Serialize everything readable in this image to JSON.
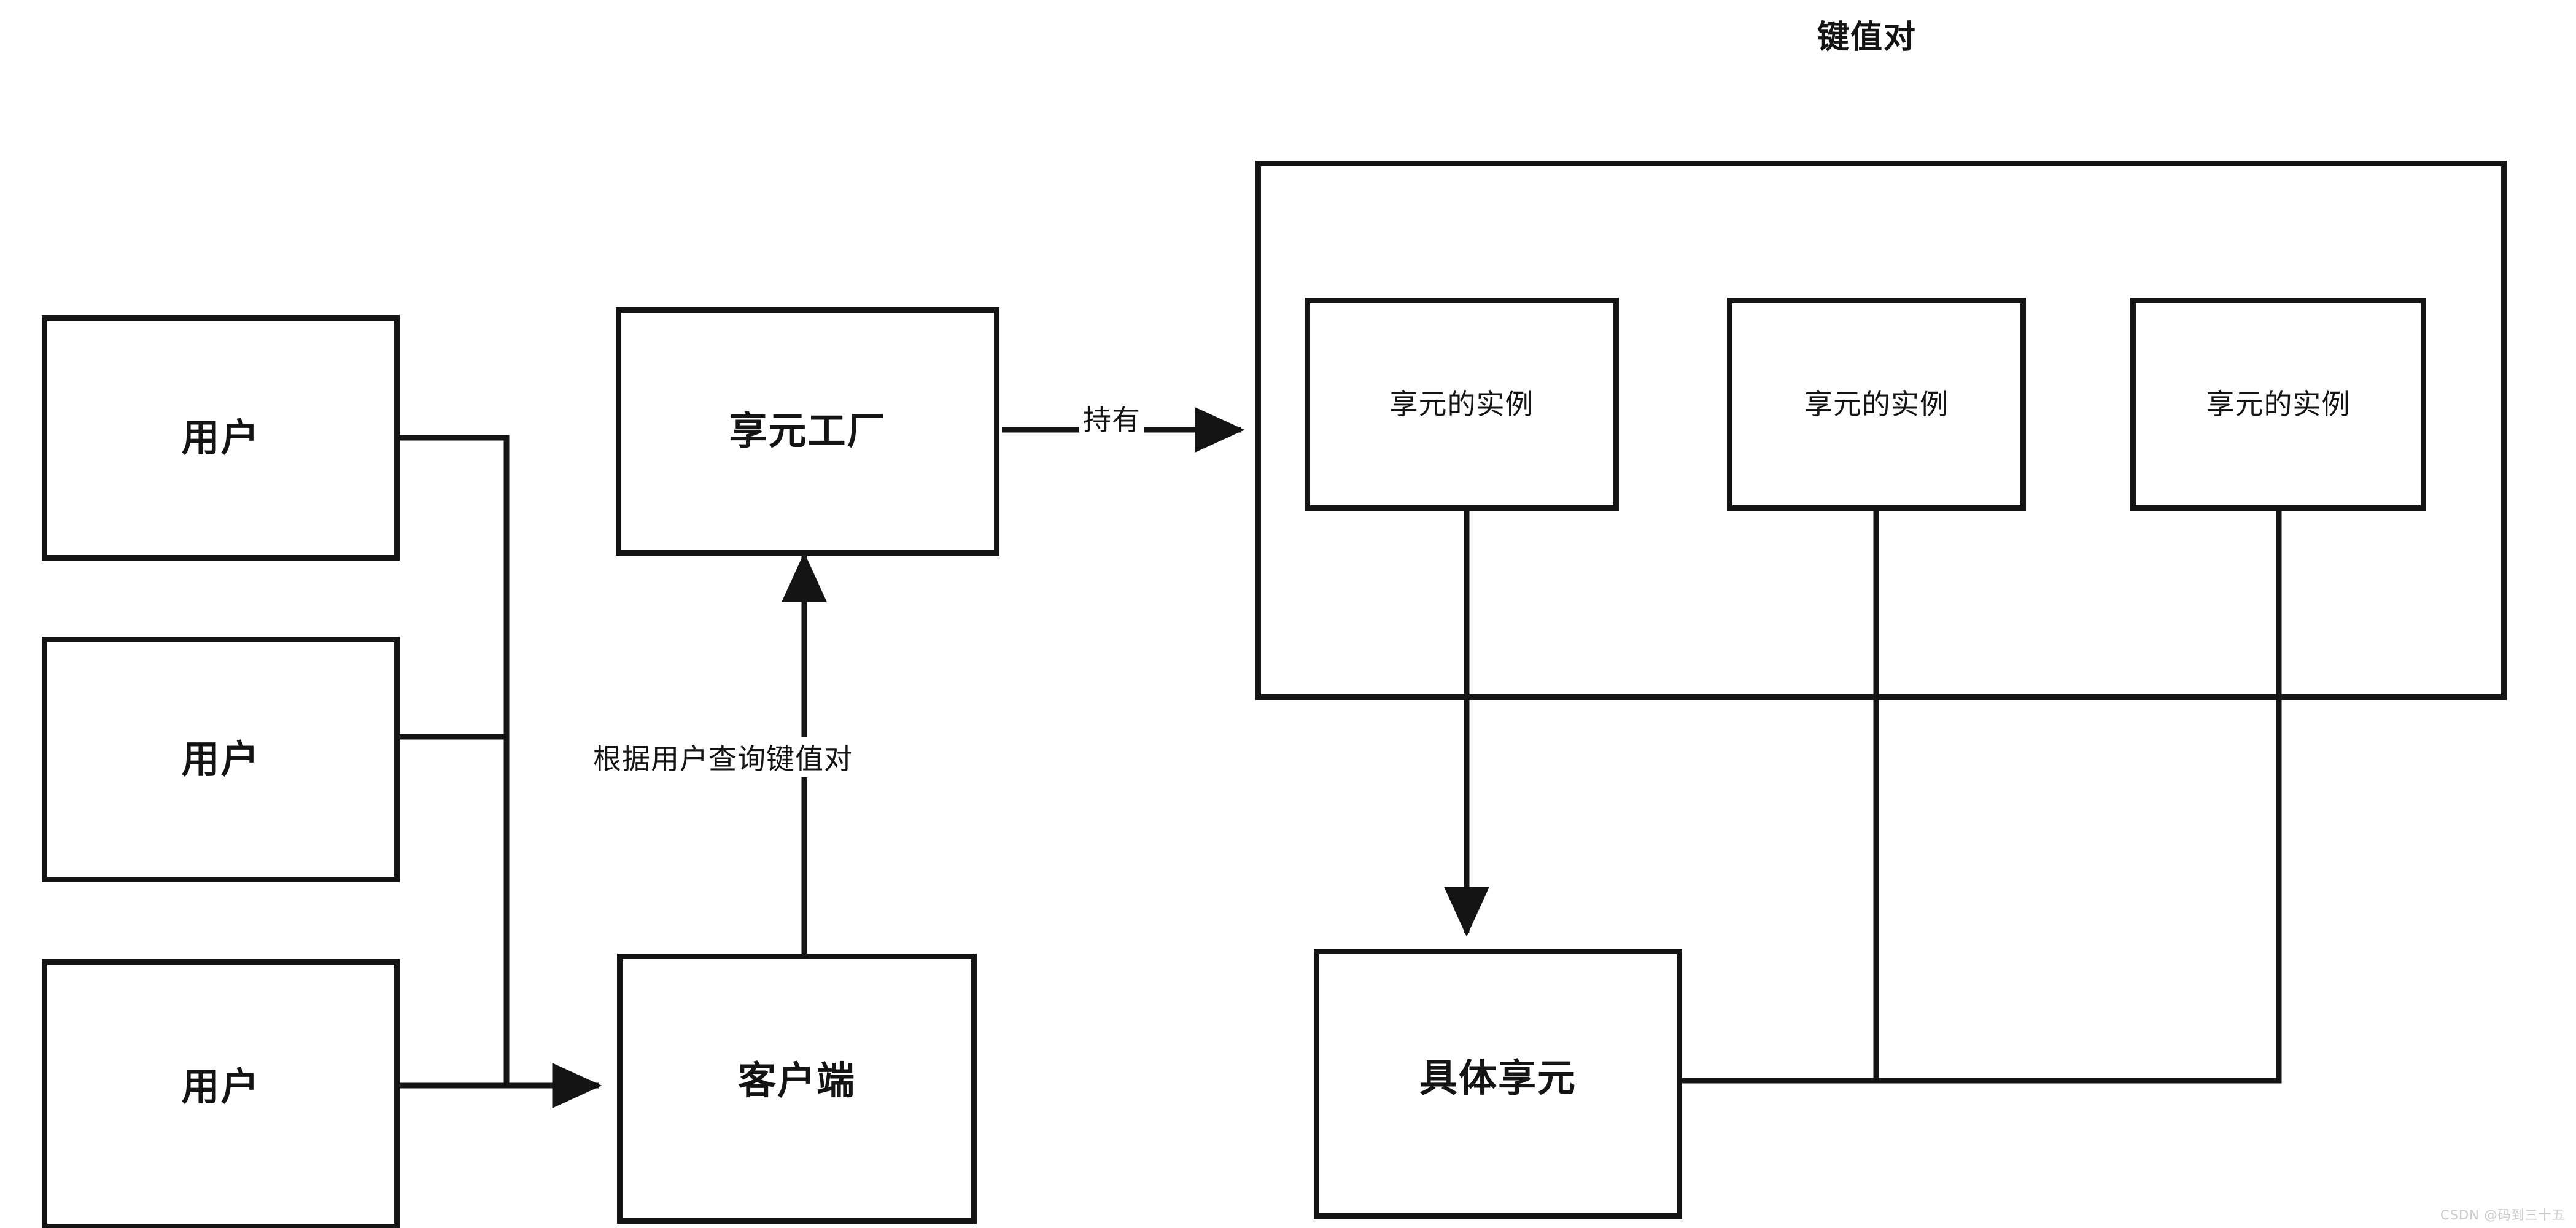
{
  "diagram": {
    "title": "键值对",
    "watermark": "CSDN @码到三十五",
    "colors": {
      "stroke": "#141414",
      "background": "#ffffff",
      "watermark": "#c9c9c9"
    },
    "nodes": {
      "user_1": "用户",
      "user_2": "用户",
      "user_3": "用户",
      "flyweight_factory": "享元工厂",
      "client": "客户端",
      "concrete_flyweight": "具体享元",
      "instance_1": "享元的实例",
      "instance_2": "享元的实例",
      "instance_3": "享元的实例"
    },
    "edge_labels": {
      "holds": "持有",
      "query_by_user": "根据用户查询键值对"
    },
    "edges": [
      {
        "from": "user_1",
        "to": "client",
        "label": "",
        "arrow": true
      },
      {
        "from": "user_2",
        "to": "client",
        "label": "",
        "arrow": true
      },
      {
        "from": "user_3",
        "to": "client",
        "label": "",
        "arrow": true
      },
      {
        "from": "client",
        "to": "flyweight_factory",
        "label": "根据用户查询键值对",
        "arrow": true
      },
      {
        "from": "flyweight_factory",
        "to": "key_value_container",
        "label": "持有",
        "arrow": true
      },
      {
        "from": "instance_1",
        "to": "concrete_flyweight",
        "label": "",
        "arrow": true
      },
      {
        "from": "instance_2",
        "to": "concrete_flyweight",
        "label": "",
        "arrow": true
      },
      {
        "from": "instance_3",
        "to": "concrete_flyweight",
        "label": "",
        "arrow": true
      }
    ]
  }
}
